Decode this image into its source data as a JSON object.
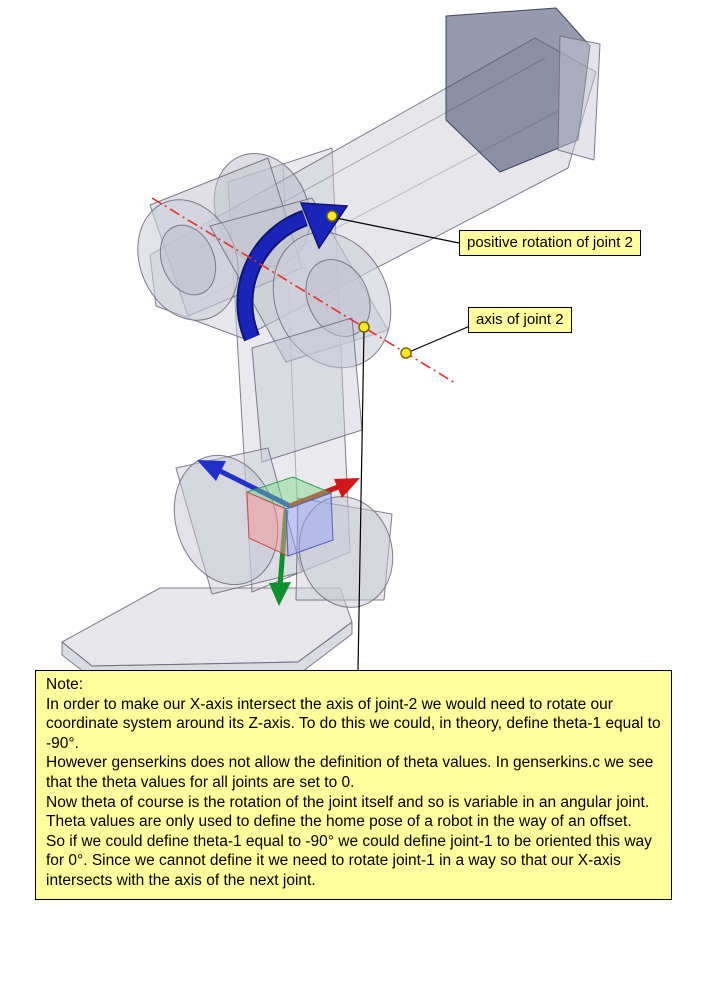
{
  "labels": {
    "positive_rotation": "positive rotation of joint 2",
    "axis": "axis of joint 2"
  },
  "note": {
    "title": "Note:",
    "paragraphs": [
      "In order to make our X-axis intersect the axis of joint-2 we would need to rotate our coordinate system around its Z-axis. To do this we could, in theory,  define theta-1 equal to -90°.",
      "However genserkins does not allow the definition of theta values. In genserkins.c we see that the theta values for all joints are set to 0.",
      "Now theta of course is the rotation of the joint itself and so is variable in an angular joint. Theta values are only used to define the home pose of a robot in the way of an offset.",
      "So if we could define theta-1 equal to -90° we could define joint-1  to be oriented this way for 0°.  Since we cannot define it we need to rotate joint-1 in a way so that our X-axis intersects with the axis of the next joint."
    ]
  },
  "colors": {
    "callout_background": "#ffff9e",
    "callout_border": "#000000",
    "rotation_arrow": "#1b24b8",
    "joint_axis_line": "#e23333",
    "marker_dot": "#ffe929",
    "frame_x_axis": "#d01818",
    "frame_y_axis": "#0f9030",
    "frame_z_axis": "#2030c8"
  }
}
